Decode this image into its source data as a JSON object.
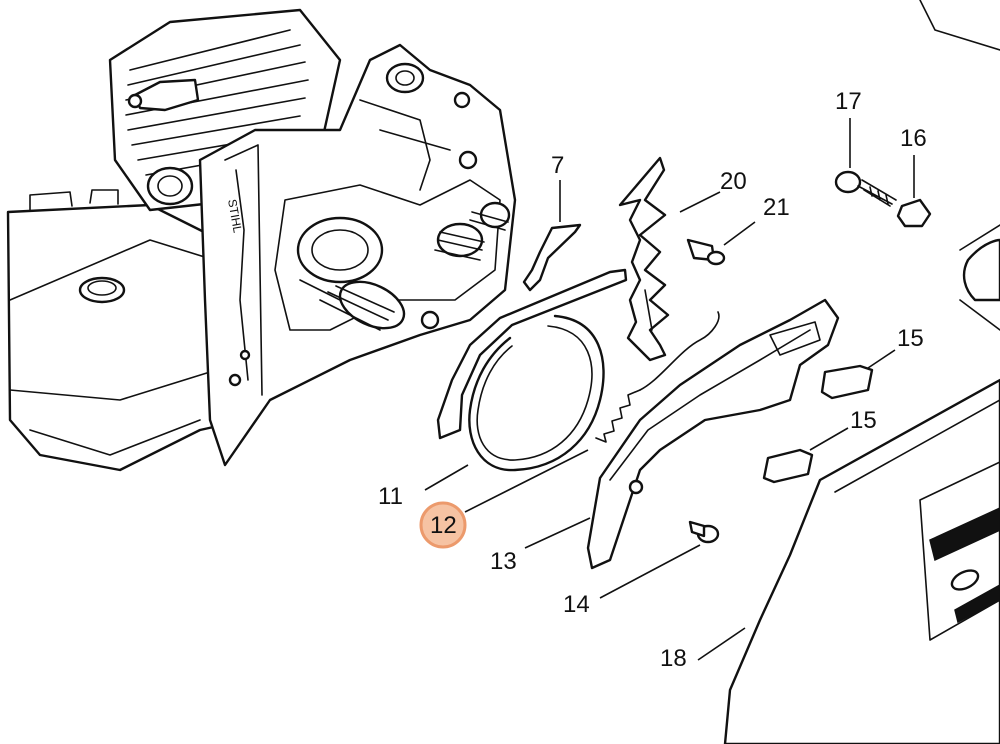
{
  "diagram": {
    "brand_text": "STIHL",
    "callouts": {
      "c7": "7",
      "c11": "11",
      "c12": "12",
      "c13": "13",
      "c14": "14",
      "c15a": "15",
      "c15b": "15",
      "c16": "16",
      "c17": "17",
      "c18": "18",
      "c20": "20",
      "c21": "21"
    },
    "highlighted_callout": "12",
    "highlight_color": "#f6c3a3",
    "highlight_stroke": "#ec9a6c",
    "line_color": "#111111"
  }
}
